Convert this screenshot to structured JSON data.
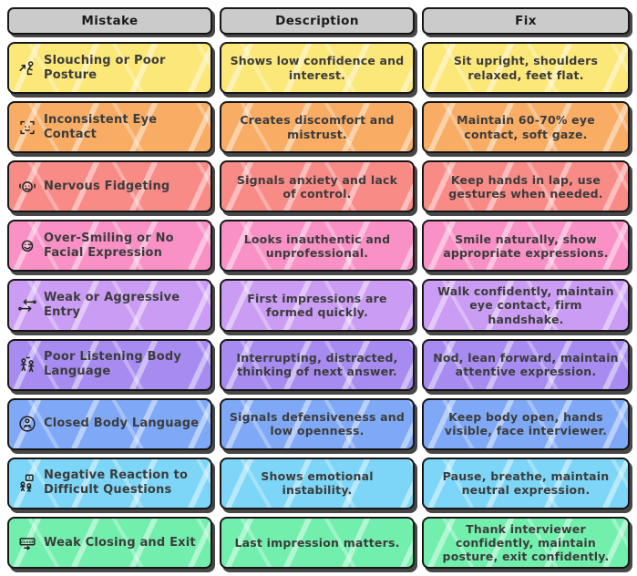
{
  "header": {
    "bg": "#CBCBCB",
    "columns": [
      "Mistake",
      "Description",
      "Fix"
    ]
  },
  "rows": [
    {
      "icon": "slouching-person-icon",
      "color": "#FBE879",
      "mistake": "Slouching or Poor Posture",
      "description": "Shows low confidence and interest.",
      "fix": "Sit upright, shoulders relaxed, feet flat."
    },
    {
      "icon": "eye-contact-face-icon",
      "color": "#F8AC64",
      "mistake": "Inconsistent Eye Contact",
      "description": "Creates discomfort and mistrust.",
      "fix": "Maintain 60-70% eye contact, soft gaze."
    },
    {
      "icon": "nervous-face-icon",
      "color": "#F98B87",
      "mistake": "Nervous Fidgeting",
      "description": "Signals anxiety and lack of control.",
      "fix": "Keep hands in lap, use gestures when needed."
    },
    {
      "icon": "smiley-face-icon",
      "color": "#F991C6",
      "mistake": "Over-Smiling or No Facial Expression",
      "description": "Looks inauthentic and unprofessional.",
      "fix": "Smile naturally, show appropriate expressions."
    },
    {
      "icon": "entry-arrows-icon",
      "color": "#CA9CF4",
      "mistake": "Weak or Aggressive Entry",
      "description": "First impressions are formed quickly.",
      "fix": "Walk confidently, maintain eye contact, firm handshake."
    },
    {
      "icon": "listening-people-icon",
      "color": "#A78BF0",
      "mistake": "Poor Listening Body Language",
      "description": "Interrupting, distracted, thinking of next answer.",
      "fix": "Nod, lean forward, maintain attentive expression."
    },
    {
      "icon": "crossed-arms-person-icon",
      "color": "#7FA9F6",
      "mistake": "Closed Body Language",
      "description": "Signals defensiveness and low openness.",
      "fix": "Keep body open, hands visible, face interviewer."
    },
    {
      "icon": "question-card-person-icon",
      "color": "#7DD6F7",
      "mistake": "Negative Reaction to Difficult Questions",
      "description": "Shows emotional instability.",
      "fix": "Pause, breathe, maintain neutral expression."
    },
    {
      "icon": "close-sign-icon",
      "color": "#73EFAD",
      "mistake": "Weak Closing and Exit",
      "description": "Last impression matters.",
      "fix": "Thank interviewer confidently, maintain posture, exit confidently."
    }
  ]
}
